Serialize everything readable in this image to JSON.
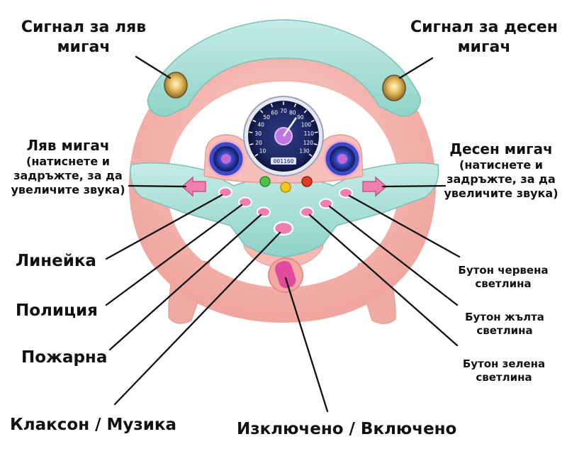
{
  "labels": {
    "left_signal_light": [
      "Сигнал за ляв",
      "мигач"
    ],
    "right_signal_light": [
      "Сигнал за десен",
      "мигач"
    ],
    "left_turn_title": "Ляв мигач",
    "left_turn_note": [
      "(натиснете и",
      "задръжте, за да",
      "увеличите звука)"
    ],
    "right_turn_title": "Десен мигач",
    "right_turn_note": [
      "(натиснете и",
      "задръжте, за да",
      "увеличите звука)"
    ],
    "ambulance": "Линейка",
    "police": "Полиция",
    "fire_truck": "Пожарна",
    "horn_music": "Клаксон / Музика",
    "power_switch": "Изключено / Включено",
    "red_light_button": [
      "Бутон червена",
      "светлина"
    ],
    "yellow_light_button": [
      "Бутон жълта",
      "светлина"
    ],
    "green_light_button": [
      "Бутон зелена",
      "светлина"
    ]
  },
  "speedometer": {
    "ticks": [
      "10",
      "20",
      "30",
      "40",
      "50",
      "60",
      "70",
      "80",
      "90",
      "100",
      "110",
      "120",
      "130"
    ],
    "odometer": "001160"
  },
  "colors": {
    "wheel_pink": "#f4b3ae",
    "wheel_pink_dark": "#e89a94",
    "rim_mint": "#a9e0d8",
    "rim_mint_dark": "#86c9c0",
    "button_pink": "#f07fb0",
    "lamp_gold": "#e8c060",
    "light_green": "#4cc24a",
    "light_yellow": "#f2c81e",
    "light_red": "#e03a2a",
    "gauge_navy": "#1f2a66",
    "line": "#111111"
  }
}
